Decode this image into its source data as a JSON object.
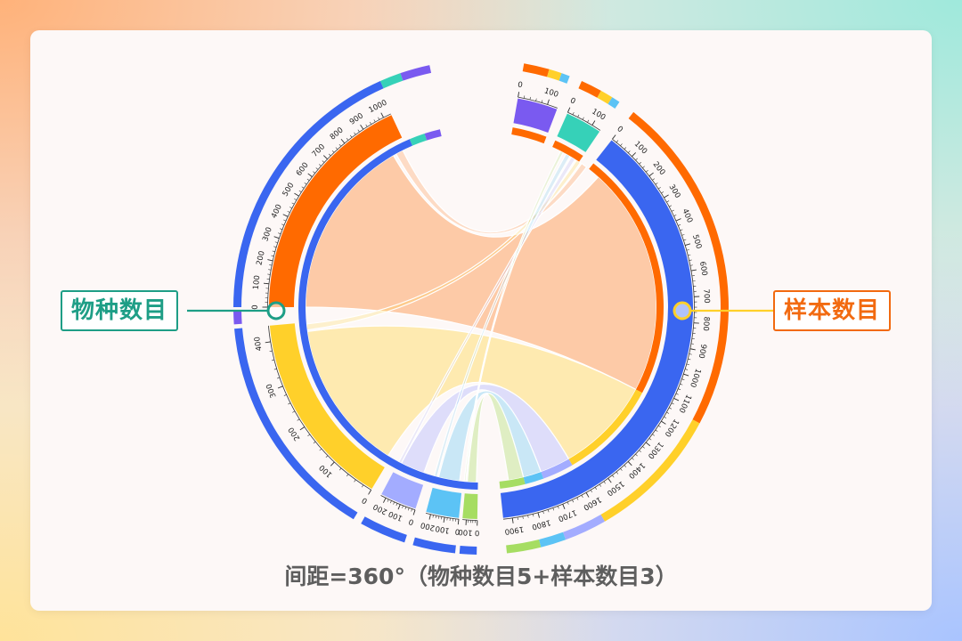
{
  "left_label": "物种数目",
  "right_label": "样本数目",
  "caption": "间距=360°（物种数目5+样本数目3）",
  "colors": {
    "orange": "#ff6a00",
    "blue": "#3a66f0",
    "yellow": "#ffd02a",
    "lavender": "#a3acff",
    "sky": "#5cc3f5",
    "green": "#a6dd62",
    "teal": "#36d1b8",
    "purple": "#7a5af0",
    "label_left": "#1e9e86",
    "label_right": "#f26a10"
  },
  "chart_data": {
    "type": "chord",
    "left_segments": [
      {
        "ticks": [
          "0",
          "100",
          "200",
          "300",
          "400",
          "500",
          "600",
          "700",
          "800",
          "900",
          "1000"
        ]
      },
      {
        "ticks": [
          "0",
          "100",
          "200",
          "300",
          "400"
        ]
      },
      {
        "ticks": [
          "0",
          "100",
          "200"
        ]
      },
      {
        "ticks": [
          "0",
          "100",
          "200"
        ]
      },
      {
        "ticks": [
          "0",
          "100"
        ]
      }
    ],
    "right_segments": [
      {
        "ticks": [
          "0",
          "100"
        ]
      },
      {
        "ticks": [
          "0",
          "100"
        ]
      },
      {
        "ticks": [
          "0",
          "100",
          "200",
          "300",
          "400",
          "500",
          "600",
          "700",
          "800",
          "900",
          "1000",
          "1100",
          "1200",
          "1300",
          "1400",
          "1500",
          "1600",
          "1700",
          "1800",
          "1900"
        ]
      }
    ]
  }
}
